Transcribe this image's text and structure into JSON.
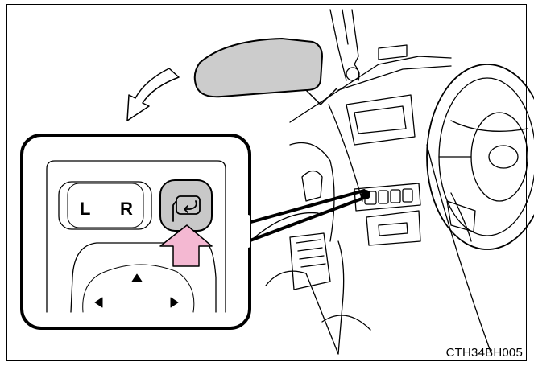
{
  "switch_panel": {
    "left_label": "L",
    "right_label": "R",
    "fold_button_icon": "mirror-fold-icon",
    "press_arrow_color": "#f4b8d2",
    "fold_button_color": "#c8c8c8"
  },
  "mirror_color": "#cccccc",
  "figure_code": "CTH34BH005"
}
